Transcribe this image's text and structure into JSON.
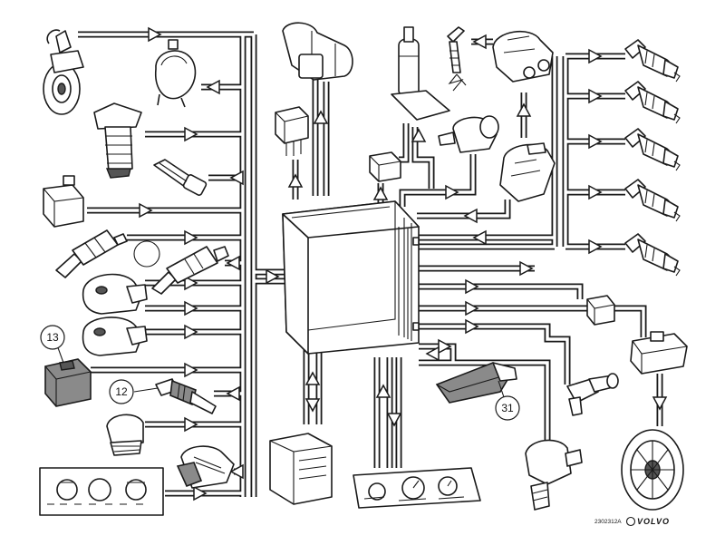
{
  "callouts": [
    {
      "id": "13",
      "label": "13"
    },
    {
      "id": "12",
      "label": "12"
    },
    {
      "id": "31",
      "label": "31"
    }
  ],
  "footer": {
    "code": "2302312A",
    "brand": "VOLVO"
  },
  "colors": {
    "line": "#1a1a1a",
    "background": "#ffffff",
    "shading": "#8a8a8a"
  }
}
